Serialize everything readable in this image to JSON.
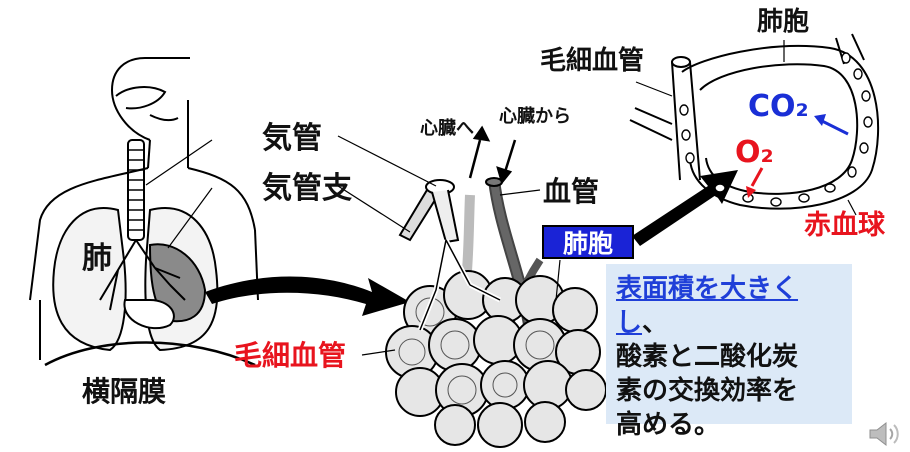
{
  "labels": {
    "lung": "肺",
    "diaphragm": "横隔膜",
    "trachea": "気管",
    "bronchus": "気管支",
    "to_heart": "心臓へ",
    "from_heart": "心臓から",
    "blood_vessel": "血管",
    "alveolus_box": "肺胞",
    "capillary_lower": "毛細血管",
    "alveolus_top": "肺胞",
    "capillary_upper": "毛細血管",
    "co2": "CO₂",
    "o2": "O₂",
    "red_blood_cell": "赤血球"
  },
  "note": {
    "highlight": "表面積を大きくし",
    "line1_rest": "、",
    "line2": "酸素と二酸化炭",
    "line3": "素の交換効率を",
    "line4": "高める。"
  },
  "colors": {
    "red": "#e8141e",
    "blue": "#1a2fd6",
    "box_blue": "#1a23d6",
    "note_bg": "#dce9f7"
  },
  "icons": [
    "speaker-icon"
  ]
}
